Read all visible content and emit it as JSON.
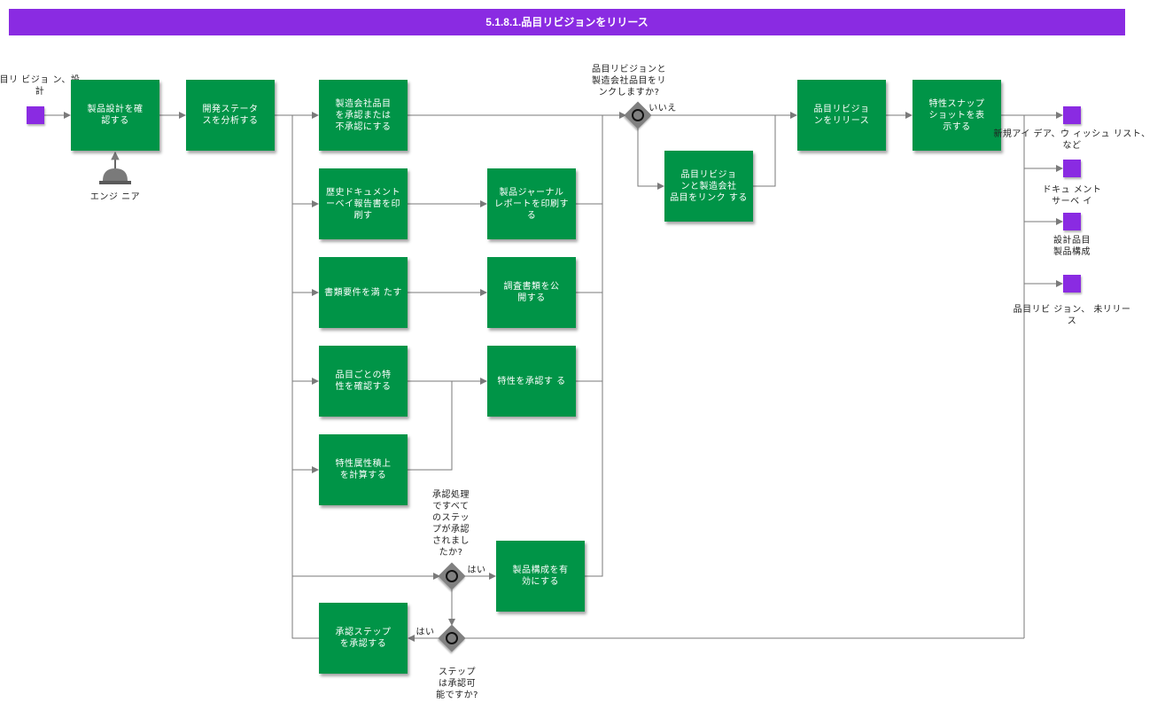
{
  "title": "5.1.8.1.品目リビジョンをリリース",
  "colors": {
    "title_bg": "#8a2be2",
    "task": "#009447",
    "artifact": "#8a2be2",
    "gateway": "#808080",
    "line": "#7a7a7a"
  },
  "inputs": {
    "start_label": "目リ ビジョ ン、設\n計"
  },
  "actor": {
    "label": "エンジ ニア",
    "icon": "engineer-hat-icon"
  },
  "tasks": {
    "confirm_design": "製品設計を確\n認する",
    "analyze_status": "開発ステータ\nスを分析する",
    "approve_mfr": "製造会社品目\nを承認または\n不承認にする",
    "print_history": "歴史ドキュメント\nーベイ報告書を印刷す",
    "print_journal": "製品ジャーナル\nレポートを印刷する",
    "fill_docs": "書類要件を満 たす",
    "publish_docs": "調査書類を公\n開する",
    "confirm_props": "品目ごとの特\n性を確認する",
    "approve_props": "特性を承認す る",
    "calc_props": "特性属性積上\nを計算する",
    "link_mfr": "品目リビジョ\nンと製造会社\n品目をリンク する",
    "release": "品目リビジョ\nンをリリース",
    "snapshot": "特性スナップ\nショットを表\n示する",
    "enable_bom": "製品構成を有\n効にする",
    "approve_step": "承認ステップ\nを承認する"
  },
  "gateways": {
    "link_question": "品目リビジョンと\n製造会社品目をリ\nンクしますか?",
    "link_no": "いいえ",
    "all_approved": "承認処理\nですべて\nのステッ\nプが承認\nされまし\nたか?",
    "all_yes": "はい",
    "step_question": "ステップ\nは承認可\n能ですか?",
    "step_yes": "はい"
  },
  "outputs": {
    "o1": "新規アイ デア、ウ ィッシュ リスト、\nなど",
    "o2": "ドキュ メント\nサーベ イ",
    "o3": "設計品目\n製品構成",
    "o4": "品目リビ ジョン、 未リリー\nス"
  }
}
